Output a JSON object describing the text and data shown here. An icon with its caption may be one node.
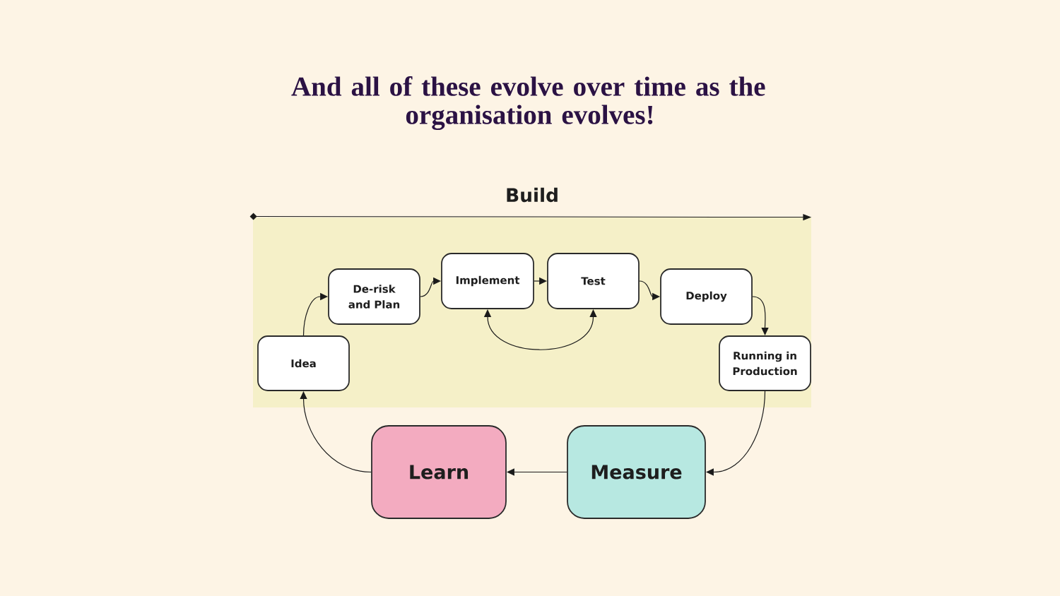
{
  "diagram": {
    "title": "And all of these evolve over time as the organisation evolves!",
    "nodes": [
      {
        "text": [
          "Build"
        ]
      },
      {
        "text": [
          "Idea"
        ],
        "in": 0
      },
      {
        "text": [
          "De-risk and Plan"
        ],
        "in": 0
      },
      {
        "text": [
          "Implement"
        ],
        "in": 0
      },
      {
        "text": [
          "Test"
        ],
        "in": 0
      },
      {
        "text": [
          "Deploy"
        ],
        "in": 0
      },
      {
        "text": [
          "Running in Production"
        ],
        "in": 0
      },
      {
        "text": [
          "Learn"
        ]
      },
      {
        "text": [
          "Measure"
        ]
      }
    ],
    "edges": [
      {
        "from": 1,
        "to": 2,
        "arrow": "to"
      },
      {
        "from": 2,
        "to": 3,
        "arrow": "to"
      },
      {
        "from": 3,
        "to": 4,
        "arrow": "to"
      },
      {
        "from": 4,
        "to": 5,
        "arrow": "to"
      },
      {
        "from": 5,
        "to": 6,
        "arrow": "to"
      },
      {
        "from": 3,
        "to": 4,
        "arrow": "both"
      },
      {
        "from": 6,
        "to": 8,
        "arrow": "to"
      },
      {
        "from": 8,
        "to": 7,
        "arrow": "to"
      },
      {
        "from": 7,
        "to": 1,
        "arrow": "to"
      }
    ]
  }
}
